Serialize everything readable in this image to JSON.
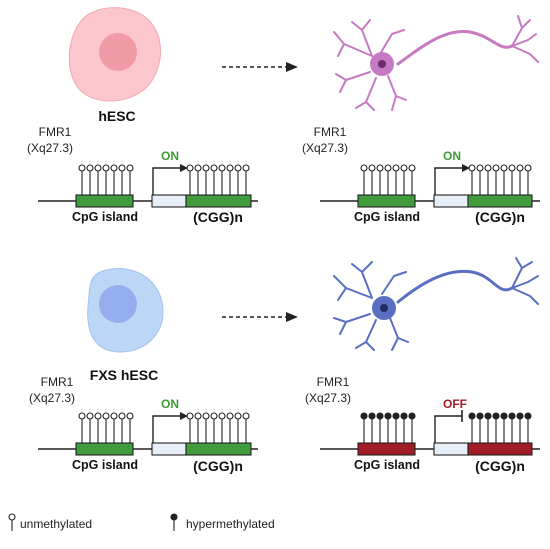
{
  "top": {
    "cell_label": "hESC",
    "left_gene": {
      "gene": "FMR1",
      "locus": "(Xq27.3)",
      "status": "ON",
      "cpg": "CpG island",
      "repeat": "(CGG)n"
    },
    "right_gene": {
      "gene": "FMR1",
      "locus": "(Xq27.3)",
      "status": "ON",
      "cpg": "CpG island",
      "repeat": "(CGG)n"
    }
  },
  "bottom": {
    "cell_label": "FXS hESC",
    "left_gene": {
      "gene": "FMR1",
      "locus": "(Xq27.3)",
      "status": "ON",
      "cpg": "CpG island",
      "repeat": "(CGG)n"
    },
    "right_gene": {
      "gene": "FMR1",
      "locus": "(Xq27.3)",
      "status": "OFF",
      "cpg": "CpG island",
      "repeat": "(CGG)n"
    }
  },
  "legend": {
    "unmethylated": "unmethylated",
    "hypermethylated": "hypermethylated"
  },
  "colors": {
    "hesc_cell": "#f7b4bc",
    "hesc_nucleus": "#ec8f9c",
    "fxs_cell": "#b9d4f5",
    "fxs_nucleus": "#8ea9ee",
    "neuron_top": "#c57ac2",
    "neuron_bottom": "#5a6fc2",
    "unmethylated_box": "#3f9b3b",
    "hypermethylated_box": "#a11c25",
    "on_text": "#3e9b34",
    "off_text": "#a11c25"
  }
}
